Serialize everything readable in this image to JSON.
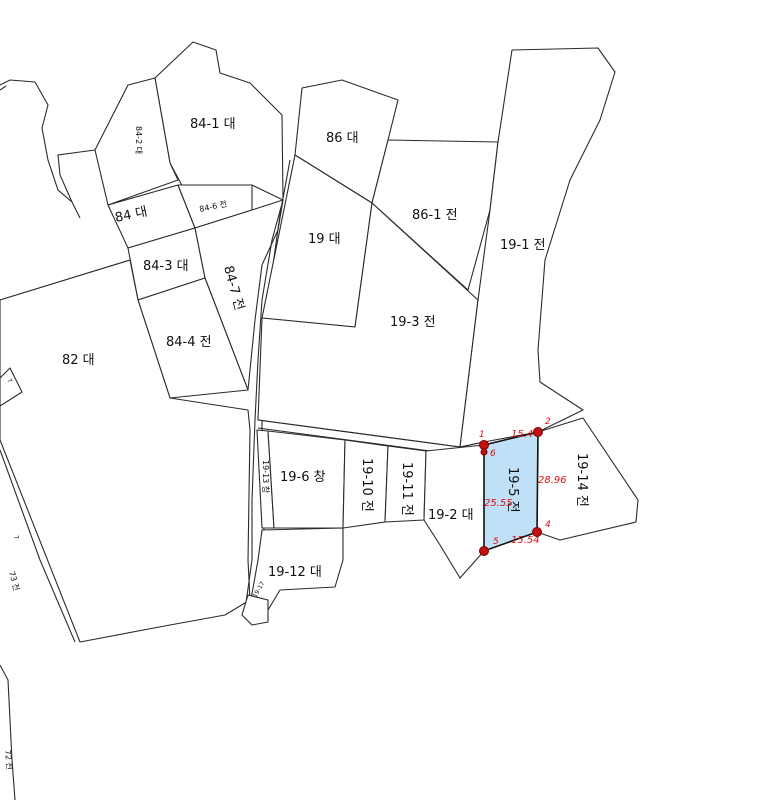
{
  "parcels": {
    "p84_1": "84-1 대",
    "p84_2": "84-2 대",
    "p84": "84 대",
    "p84_6": "84-6 전",
    "p84_3": "84-3 대",
    "p84_7": "84-7 전",
    "p84_4": "84-4 전",
    "p82": "82 대",
    "p86": "86 대",
    "p86_1": "86-1 전",
    "p19": "19 대",
    "p19_1": "19-1 전",
    "p19_3": "19-3 전",
    "p19_6": "19-6 창",
    "p19_13": "19-13 창",
    "p19_10": "19-10 전",
    "p19_11": "19-11 전",
    "p19_2": "19-2 대",
    "p19_5": "19-5 전",
    "p19_14": "19-14 전",
    "p19_12": "19-12 대",
    "p19_17": "19-17",
    "p73": "73 전",
    "p72": "72 전",
    "p7": "7",
    "p7b": "7"
  },
  "selected_parcel": {
    "fill": "#bfe0f7",
    "vertex_color": "#c01010",
    "vertices": [
      "1",
      "2",
      "4",
      "5",
      "6"
    ],
    "measurements": {
      "top": "15.44",
      "right": "28.96",
      "left": "25.55",
      "bottom": "15.54"
    }
  }
}
